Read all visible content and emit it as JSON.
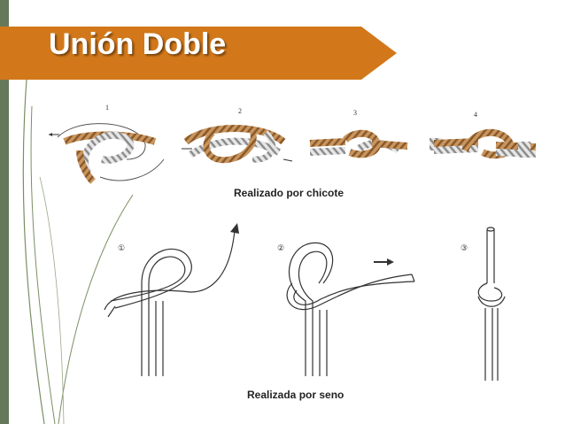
{
  "slide": {
    "title": "Unión Doble",
    "colors": {
      "banner": "#d2781a",
      "side_bar": "#66785a",
      "leaf_lines": "#7a8f64"
    }
  },
  "top_diagram": {
    "step_numbers": [
      "1",
      "2",
      "3",
      "4"
    ],
    "caption": "Realizado por chicote"
  },
  "bottom_diagram": {
    "step_numbers": [
      "①",
      "②",
      "③"
    ],
    "caption": "Realizada por seno"
  }
}
